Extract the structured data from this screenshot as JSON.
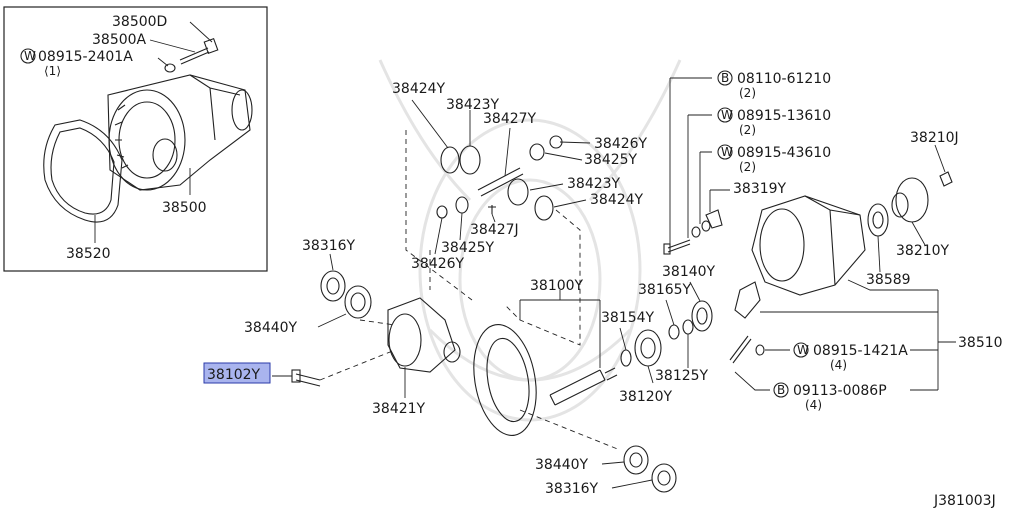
{
  "diagram_code": "J381003J",
  "labels": {
    "p38500D": "38500D",
    "p38500A": "38500A",
    "p08915_2401A": "08915-2401A",
    "p08915_2401A_qty": "⟨1⟩",
    "p38500": "38500",
    "p38520": "38520",
    "p38424Y_top": "38424Y",
    "p38423Y_top": "38423Y",
    "p38427Y": "38427Y",
    "p38426Y_right": "38426Y",
    "p38425Y_right": "38425Y",
    "p38423Y_mid": "38423Y",
    "p38424Y_mid": "38424Y",
    "p38427J": "38427J",
    "p38425Y_left": "38425Y",
    "p38426Y_left": "38426Y",
    "p38316Y_top": "38316Y",
    "p38440Y_top": "38440Y",
    "p38102Y": "38102Y",
    "p38421Y": "38421Y",
    "p38100Y": "38100Y",
    "p38165Y": "38165Y",
    "p38154Y": "38154Y",
    "p38140Y": "38140Y",
    "p38125Y": "38125Y",
    "p38120Y": "38120Y",
    "p38440Y_bot": "38440Y",
    "p38316Y_bot": "38316Y",
    "p08110_61210": "08110-61210",
    "p08110_61210_qty": "(2)",
    "p08915_13610": "08915-13610",
    "p08915_13610_qty": "(2)",
    "p08915_43610": "08915-43610",
    "p08915_43610_qty": "(2)",
    "p38319Y": "38319Y",
    "p38210J": "38210J",
    "p38210Y": "38210Y",
    "p38589": "38589",
    "p38510": "38510",
    "p08915_1421A": "08915-1421A",
    "p08915_1421A_qty": "(4)",
    "p09113_0086P": "09113-0086P",
    "p09113_0086P_qty": "(4)"
  },
  "prefix_marks": {
    "w": "W",
    "b": "B"
  },
  "highlight_color": "#a9b4ee"
}
